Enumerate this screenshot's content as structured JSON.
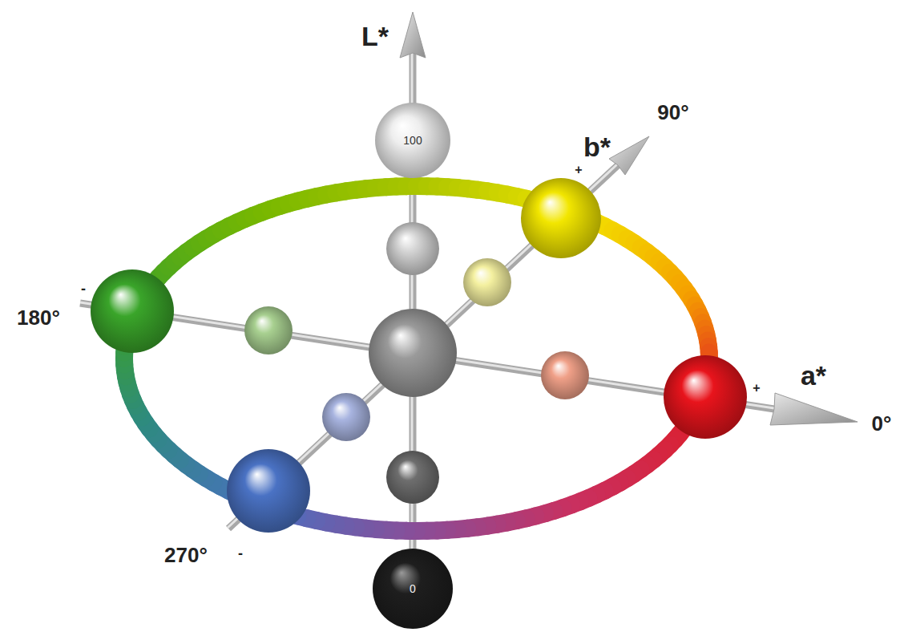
{
  "diagram": {
    "nodes": [
      {
        "text": [
          "100"
        ]
      },
      {
        "text": [
          "0"
        ]
      }
    ],
    "edges": [
      {
        "from": 0,
        "to": 1,
        "arrow": "none"
      }
    ],
    "labels": [
      "L*",
      "+",
      "b*",
      "90°",
      "180°",
      "-",
      "+",
      "a*",
      "0°",
      "270°",
      "-"
    ]
  }
}
